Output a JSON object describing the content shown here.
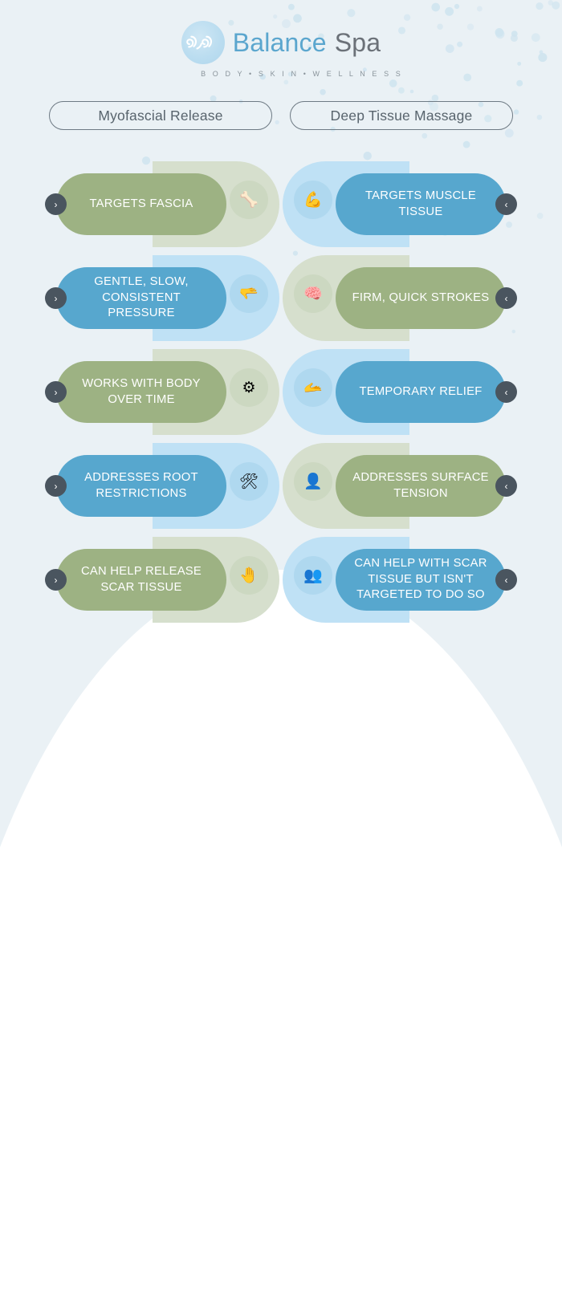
{
  "brand": {
    "name_primary": "Balance",
    "name_secondary": "Spa",
    "tagline": "B O D Y  •  S K I N  •  W E L L N E S S",
    "mark_icon": "spiral-waves-icon",
    "color_primary": "#5BA6CE",
    "color_secondary": "#6B7178"
  },
  "palette": {
    "page_background": "#EAF1F5",
    "green_pill": "#9DB283",
    "green_backdrop": "#D6DFCD",
    "blue_pill": "#57A7CE",
    "blue_backdrop": "#BFE1F5",
    "arrow_badge": "#4A555F",
    "curve_white": "#FFFFFF"
  },
  "columns": {
    "left": {
      "title": "Myofascial Release"
    },
    "right": {
      "title": "Deep Tissue Massage"
    }
  },
  "rows": [
    {
      "left": {
        "text": "TARGETS FASCIA",
        "theme": "green",
        "icon": "torso-fascia-icon",
        "glyph": "🦴",
        "arrow": "›"
      },
      "right": {
        "text": "TARGETS MUSCLE TISSUE",
        "theme": "blue",
        "icon": "flexed-biceps-icon",
        "glyph": "💪",
        "arrow": "‹"
      }
    },
    {
      "left": {
        "text": "GENTLE, SLOW, CONSISTENT PRESSURE",
        "theme": "blue",
        "icon": "massage-hands-icon",
        "glyph": "🫳",
        "arrow": "›"
      },
      "right": {
        "text": "FIRM, QUICK STROKES",
        "theme": "green",
        "icon": "head-pressure-icon",
        "glyph": "🧠",
        "arrow": "‹"
      }
    },
    {
      "left": {
        "text": "WORKS WITH BODY OVER TIME",
        "theme": "green",
        "icon": "gears-time-icon",
        "glyph": "⚙",
        "arrow": "›"
      },
      "right": {
        "text": "TEMPORARY RELIEF",
        "theme": "blue",
        "icon": "hand-care-icon",
        "glyph": "🫴",
        "arrow": "‹"
      }
    },
    {
      "left": {
        "text": "ADDRESSES ROOT RESTRICTIONS",
        "theme": "blue",
        "icon": "root-tools-icon",
        "glyph": "🛠",
        "arrow": "›"
      },
      "right": {
        "text": "ADDRESSES SURFACE TENSION",
        "theme": "green",
        "icon": "therapist-person-icon",
        "glyph": "👤",
        "arrow": "‹"
      }
    },
    {
      "left": {
        "text": "CAN HELP RELEASE SCAR TISSUE",
        "theme": "green",
        "icon": "open-hand-icon",
        "glyph": "🤚",
        "arrow": "›"
      },
      "right": {
        "text": "CAN HELP WITH SCAR TISSUE BUT ISN'T TARGETED TO DO SO",
        "theme": "blue",
        "icon": "body-scar-icon",
        "glyph": "👥",
        "arrow": "‹"
      }
    }
  ]
}
